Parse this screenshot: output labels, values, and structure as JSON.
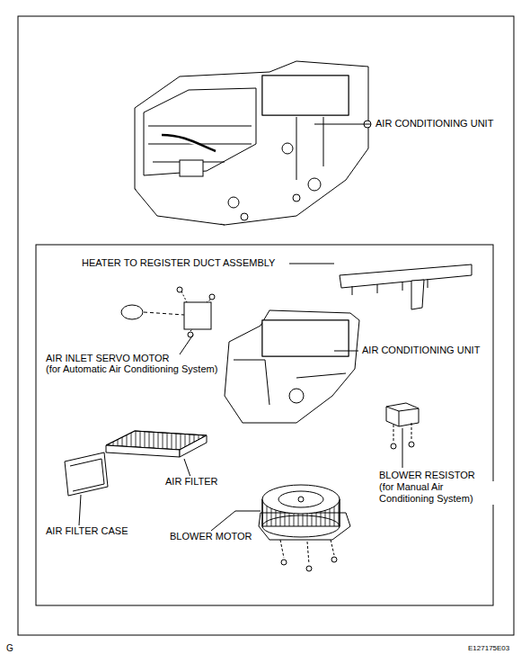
{
  "diagram": {
    "labels": [
      "AIR CONDITIONING UNIT",
      "HEATER TO REGISTER DUCT ASSEMBLY",
      "AIR INLET SERVO MOTOR",
      "(for Automatic Air Conditioning System)",
      "AIR CONDITIONING UNIT",
      "AIR FILTER",
      "AIR FILTER CASE",
      "BLOWER MOTOR",
      "BLOWER RESISTOR",
      "(for Manual Air Conditioning System)",
      "G",
      "E127175E03"
    ]
  }
}
